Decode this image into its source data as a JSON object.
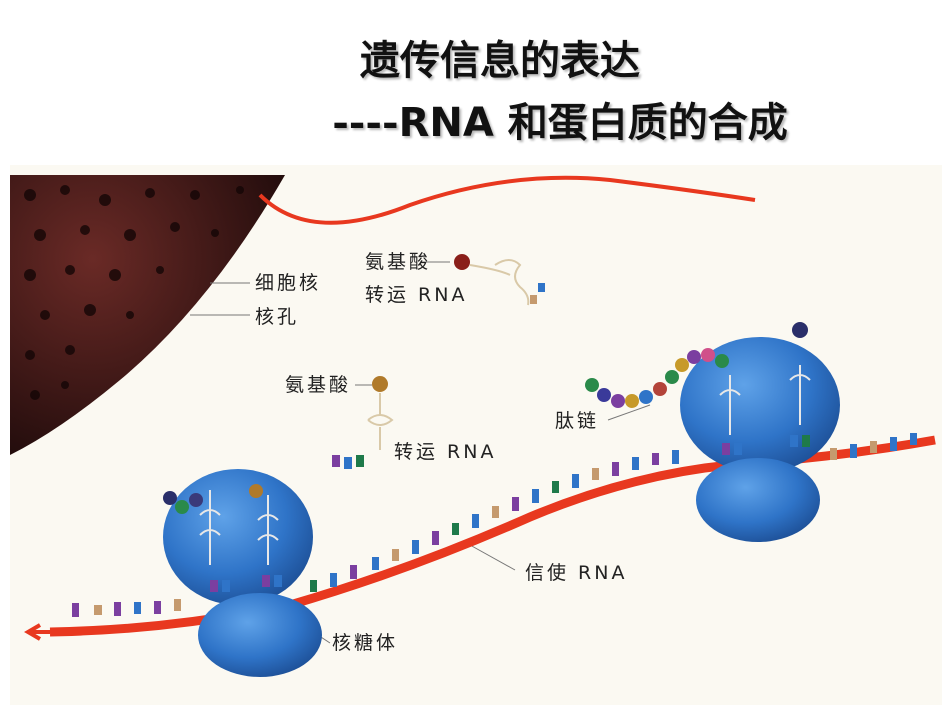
{
  "title": "遗传信息的表达",
  "subtitle_prefix": "----",
  "subtitle": "RNA 和蛋白质的合成",
  "labels": {
    "nucleus": "细胞核",
    "nuclear_pore": "核孔",
    "amino_acid_1": "氨基酸",
    "trna_1": "转运 RNA",
    "amino_acid_2": "氨基酸",
    "trna_2": "转运 RNA",
    "peptide_chain": "肽链",
    "mrna": "信使 RNA",
    "ribosome": "核糖体"
  },
  "colors": {
    "nucleus": "#3a1414",
    "mrna": "#e8381f",
    "ribosome": "#2f74c8",
    "background": "#fbf9f2"
  }
}
